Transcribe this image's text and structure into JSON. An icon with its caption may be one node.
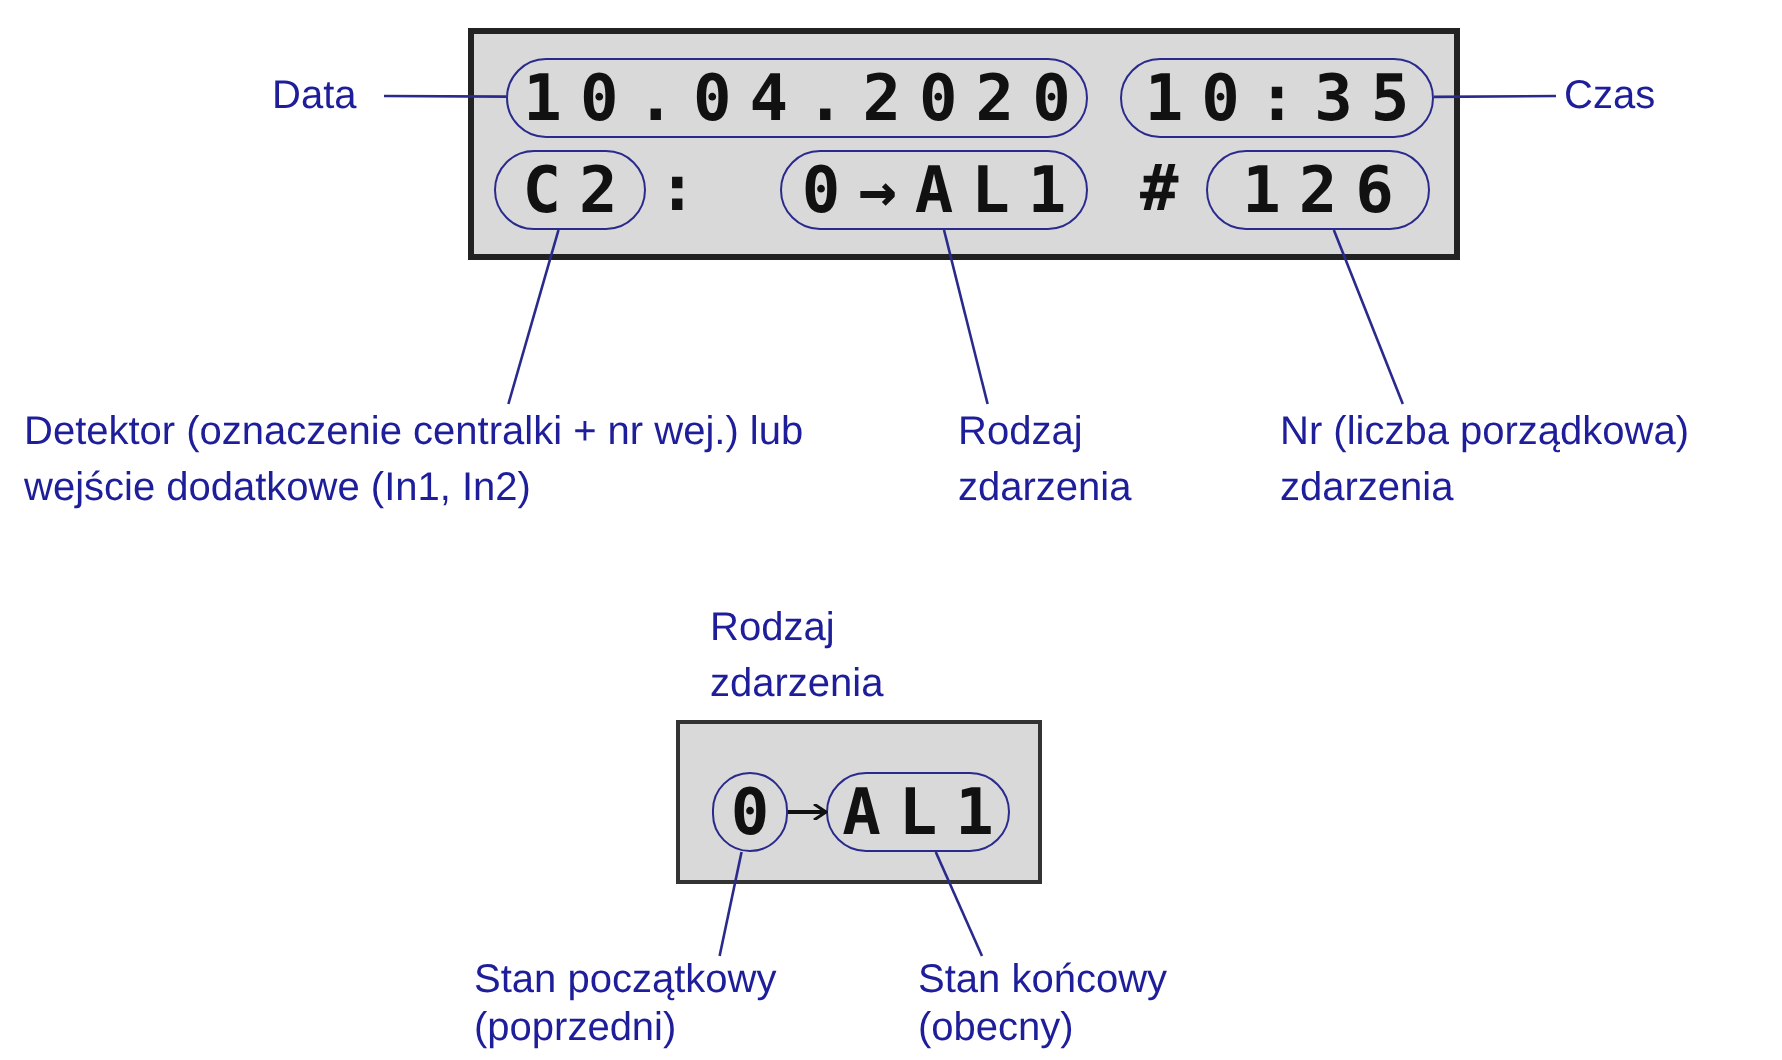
{
  "diagram": {
    "nodes": [
      {
        "text": [],
        "shape": "box"
      },
      {
        "text": [
          "10.04.2020"
        ],
        "in": 0
      },
      {
        "text": [
          "10:35"
        ],
        "in": 0
      },
      {
        "text": [
          "C2"
        ],
        "in": 0
      },
      {
        "text": [
          "0→AL1"
        ],
        "in": 0
      },
      {
        "text": [
          "126"
        ],
        "in": 0
      },
      {
        "text": [
          "Data"
        ]
      },
      {
        "text": [
          "Czas"
        ]
      },
      {
        "text": [
          "Detektor (oznaczenie centralki + nr wej.) lub wejście dodatkowe (In1, In2)"
        ]
      },
      {
        "text": [
          "Rodzaj zdarzenia"
        ]
      },
      {
        "text": [
          "Nr (liczba porządkowa) zdarzenia"
        ]
      },
      {
        "text": [
          "Rodzaj zdarzenia"
        ]
      },
      {
        "text": [
          "0"
        ],
        "in": 11
      },
      {
        "text": [
          "AL1"
        ],
        "in": 11
      },
      {
        "text": [
          "Stan początkowy (poprzedni)"
        ]
      },
      {
        "text": [
          "Stan końcowy (obecny)"
        ]
      }
    ],
    "edges": [
      {
        "from": 6,
        "to": 1,
        "arrow": "none"
      },
      {
        "from": 2,
        "to": 7,
        "arrow": "none"
      },
      {
        "from": 8,
        "to": 3,
        "arrow": "none"
      },
      {
        "from": 9,
        "to": 4,
        "arrow": "none"
      },
      {
        "from": 10,
        "to": 5,
        "arrow": "none"
      },
      {
        "from": 12,
        "to": 13,
        "arrow": "to",
        "color": "#111111"
      },
      {
        "from": 14,
        "to": 12,
        "arrow": "none"
      },
      {
        "from": 15,
        "to": 13,
        "arrow": "none"
      }
    ],
    "labels": [
      ":",
      "#"
    ]
  }
}
